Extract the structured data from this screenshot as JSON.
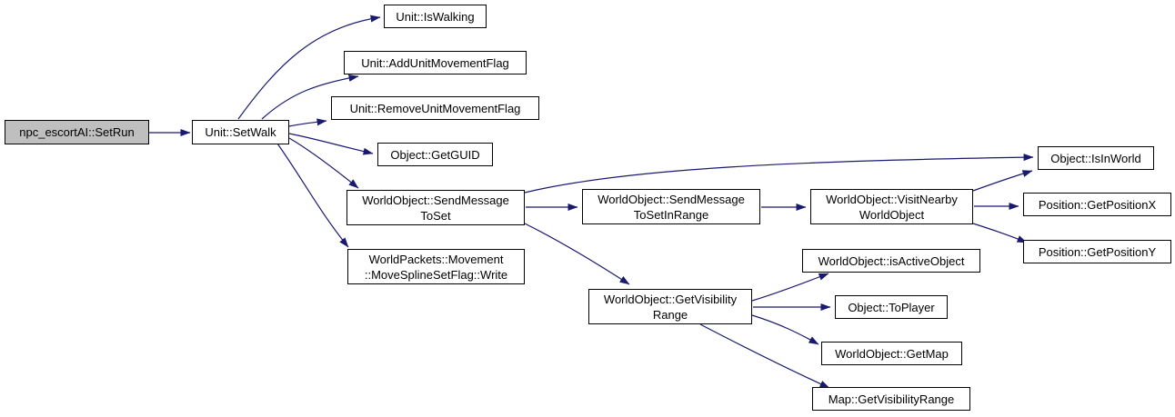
{
  "diagram": {
    "type": "call-graph",
    "style": "doxygen",
    "colors": {
      "background": "#ffffff",
      "edge": "#191970",
      "node_border": "#000000",
      "node_fill": "#ffffff",
      "current_node_fill": "#bfbfbf",
      "text": "#000000"
    },
    "nodes": {
      "setrun": {
        "label": "npc_escortAI::SetRun",
        "current": true
      },
      "setwalk": {
        "label": "Unit::SetWalk"
      },
      "iswalking": {
        "label": "Unit::IsWalking"
      },
      "addunitmovementflag": {
        "label": "Unit::AddUnitMovementFlag"
      },
      "removeunitmovementflag": {
        "label": "Unit::RemoveUnitMovementFlag"
      },
      "getguid": {
        "label": "Object::GetGUID"
      },
      "sendmessagetoset": {
        "label": "WorldObject::SendMessage\nToSet"
      },
      "movesplinesetflagwrite": {
        "label": "WorldPackets::Movement\n::MoveSplineSetFlag::Write"
      },
      "sendmessagetosetinrange": {
        "label": "WorldObject::SendMessage\nToSetInRange"
      },
      "visitnearbyworldobject": {
        "label": "WorldObject::VisitNearby\nWorldObject"
      },
      "isinworld": {
        "label": "Object::IsInWorld"
      },
      "getpositionx": {
        "label": "Position::GetPositionX"
      },
      "getpositiony": {
        "label": "Position::GetPositionY"
      },
      "getvisibilityrange": {
        "label": "WorldObject::GetVisibility\nRange"
      },
      "isactiveobject": {
        "label": "WorldObject::isActiveObject"
      },
      "toplayer": {
        "label": "Object::ToPlayer"
      },
      "getmap": {
        "label": "WorldObject::GetMap"
      },
      "mapgetvisibilityrange": {
        "label": "Map::GetVisibilityRange"
      }
    },
    "edges": [
      {
        "from": "npc_escortAI::SetRun",
        "to": "Unit::SetWalk"
      },
      {
        "from": "Unit::SetWalk",
        "to": "Unit::IsWalking"
      },
      {
        "from": "Unit::SetWalk",
        "to": "Unit::AddUnitMovementFlag"
      },
      {
        "from": "Unit::SetWalk",
        "to": "Unit::RemoveUnitMovementFlag"
      },
      {
        "from": "Unit::SetWalk",
        "to": "Object::GetGUID"
      },
      {
        "from": "Unit::SetWalk",
        "to": "WorldObject::SendMessageToSet"
      },
      {
        "from": "Unit::SetWalk",
        "to": "WorldPackets::Movement::MoveSplineSetFlag::Write"
      },
      {
        "from": "WorldObject::SendMessageToSet",
        "to": "Object::IsInWorld"
      },
      {
        "from": "WorldObject::SendMessageToSet",
        "to": "WorldObject::SendMessageToSetInRange"
      },
      {
        "from": "WorldObject::SendMessageToSet",
        "to": "WorldObject::GetVisibilityRange"
      },
      {
        "from": "WorldObject::SendMessageToSetInRange",
        "to": "WorldObject::VisitNearbyWorldObject"
      },
      {
        "from": "WorldObject::VisitNearbyWorldObject",
        "to": "Object::IsInWorld"
      },
      {
        "from": "WorldObject::VisitNearbyWorldObject",
        "to": "Position::GetPositionX"
      },
      {
        "from": "WorldObject::VisitNearbyWorldObject",
        "to": "Position::GetPositionY"
      },
      {
        "from": "WorldObject::GetVisibilityRange",
        "to": "WorldObject::isActiveObject"
      },
      {
        "from": "WorldObject::GetVisibilityRange",
        "to": "Object::ToPlayer"
      },
      {
        "from": "WorldObject::GetVisibilityRange",
        "to": "WorldObject::GetMap"
      },
      {
        "from": "WorldObject::GetVisibilityRange",
        "to": "Map::GetVisibilityRange"
      }
    ]
  }
}
